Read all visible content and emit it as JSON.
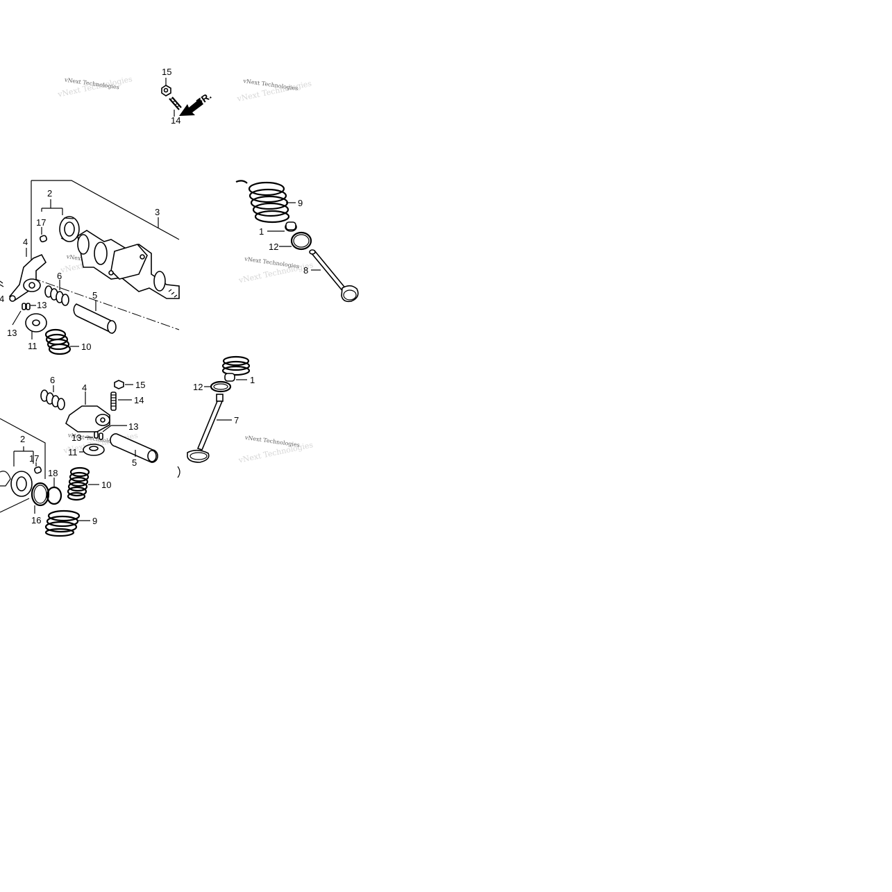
{
  "diagram": {
    "front_marker": "FR.",
    "watermark": "vNext Technologies",
    "callouts": {
      "top_nut": "15",
      "top_stud": "14",
      "upper_bearing": "2",
      "upper_pin": "17",
      "camshaft": "3",
      "upper_rocker_arm": "4",
      "upper_rocker_left": "4",
      "upper_spring_small": "6",
      "upper_rocker_shaft": "5",
      "upper_cotter_a": "13",
      "upper_cotter_b": "13",
      "upper_retainer": "11",
      "upper_inner_spring": "10",
      "upper_outer_spring": "9",
      "upper_stem_seal": "1",
      "upper_seat": "12",
      "exhaust_valve": "8",
      "lower_spring_small": "6",
      "lower_rocker_arm": "4",
      "lower_nut": "15",
      "lower_stud": "14",
      "lower_cotter_a": "13",
      "lower_cotter_b": "13",
      "lower_retainer": "11",
      "lower_rocker_shaft": "5",
      "lower_bearing": "2",
      "lower_pin": "17",
      "lower_clip": "18",
      "lower_oring": "16",
      "lower_inner_spring": "10",
      "lower_outer_spring": "9",
      "lower_seat": "12",
      "lower_stem_seal": "1",
      "intake_valve": "7"
    }
  }
}
